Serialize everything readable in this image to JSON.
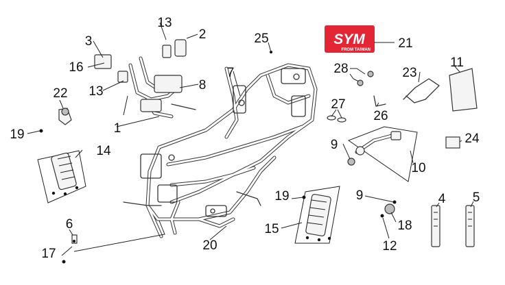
{
  "logo": {
    "brand": "SYM",
    "tagline": "FROM TAIWAN",
    "color": "#e32636"
  },
  "callouts": {
    "c1": "1",
    "c2": "2",
    "c3": "3",
    "c4": "4",
    "c5": "5",
    "c6": "6",
    "c7": "7",
    "c8": "8",
    "c9a": "9",
    "c9b": "9",
    "c10": "10",
    "c11": "11",
    "c12": "12",
    "c13a": "13",
    "c13b": "13",
    "c14": "14",
    "c15": "15",
    "c16": "16",
    "c17": "17",
    "c18": "18",
    "c19a": "19",
    "c19b": "19",
    "c20": "20",
    "c21": "21",
    "c22": "22",
    "c23": "23",
    "c24": "24",
    "c25": "25",
    "c26": "26",
    "c27": "27",
    "c28": "28"
  }
}
